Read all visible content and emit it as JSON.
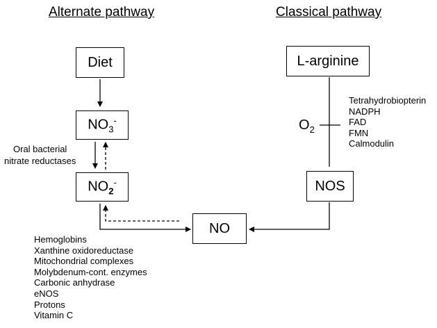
{
  "headings": {
    "alternate": "Alternate pathway",
    "classical": "Classical pathway"
  },
  "nodes": {
    "diet": "Diet",
    "nitrate": {
      "base": "NO",
      "sub": "3",
      "sup": "-"
    },
    "nitrite": {
      "base": "NO",
      "sub": "2",
      "sup": "-"
    },
    "l_arginine": "L-arginine",
    "nos": "NOS",
    "no": "NO"
  },
  "labels": {
    "oral_bacterial": [
      "Oral bacterial",
      "nitrate reductases"
    ],
    "o2": {
      "base": "O",
      "sub": "2"
    }
  },
  "cofactors": [
    "Tetrahydrobiopterin",
    "NADPH",
    "FAD",
    "FMN",
    "Calmodulin"
  ],
  "reductants": [
    "Hemoglobins",
    "Xanthine oxidoreductase",
    "Mitochondrial complexes",
    "Molybdenum-cont. enzymes",
    "Carbonic anhydrase",
    "eNOS",
    "Protons",
    "Vitamin C"
  ]
}
